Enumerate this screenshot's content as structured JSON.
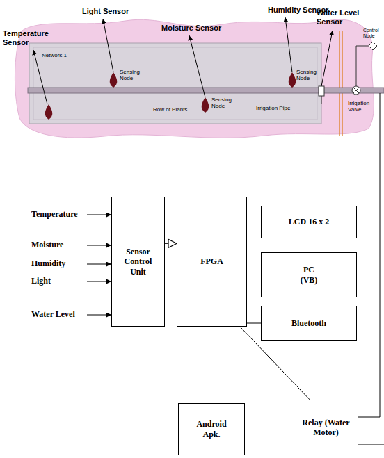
{
  "diagram": {
    "nodes": [
      {
        "text": [
          "Sensor Control Unit"
        ]
      },
      {
        "text": [
          "FPGA"
        ]
      },
      {
        "text": [
          "LCD 16 x 2"
        ]
      },
      {
        "text": [
          "PC (VB)"
        ]
      },
      {
        "text": [
          "Bluetooth"
        ]
      },
      {
        "text": [
          "Android Apk."
        ]
      },
      {
        "text": [
          "Relay (Water Motor)"
        ]
      }
    ],
    "edges": [
      {
        "from": 0,
        "to": 1,
        "arrow": "to"
      },
      {
        "from": 1,
        "to": 2,
        "arrow": "none"
      },
      {
        "from": 1,
        "to": 3,
        "arrow": "none"
      },
      {
        "from": 1,
        "to": 4,
        "arrow": "none"
      },
      {
        "from": 1,
        "to": 6,
        "arrow": "none"
      }
    ],
    "labels": [
      "Temperature Sensor",
      "Light Sensor",
      "Moisture Sensor",
      "Humidity Sensor",
      "Water Level Sensor",
      "Control Node",
      "Network 1",
      "Sensing Node",
      "Sensing Node",
      "Sensing Node",
      "Row of Plants",
      "Irrigation Pipe",
      "Irrigation Valve",
      "Temperature",
      "Moisture",
      "Humidity",
      "Light",
      "Water Level"
    ]
  }
}
